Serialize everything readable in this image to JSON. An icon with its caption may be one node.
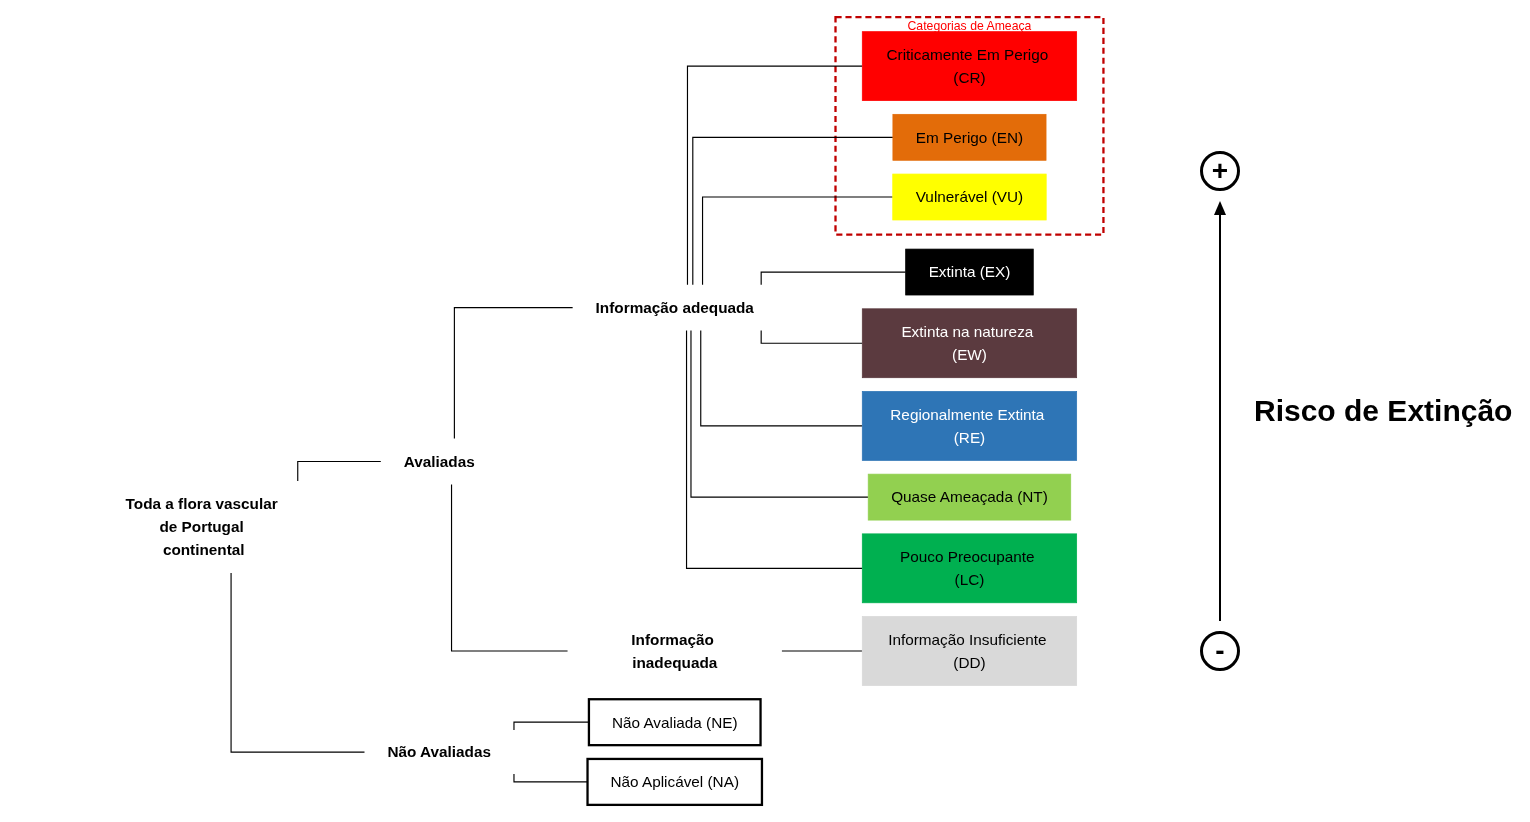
{
  "diagram": {
    "nodes": [
      {
        "text": [
          "Toda a flora vascular de Portugal continental"
        ]
      },
      {
        "text": [
          "Avaliadas"
        ]
      },
      {
        "text": [
          "Informação adequada"
        ]
      },
      {
        "text": [
          "Extinta (EX)"
        ]
      },
      {
        "text": [
          "Extinta na natureza (EW)"
        ]
      },
      {
        "text": [
          "Regionalmente Extinta (RE)"
        ]
      },
      {
        "text": [
          "Categorias de Ameaça"
        ]
      },
      {
        "text": [
          "Criticamente Em Perigo (CR)"
        ],
        "in": 6
      },
      {
        "text": [
          "Em Perigo (EN)"
        ],
        "in": 6
      },
      {
        "text": [
          "Vulnerável (VU)"
        ],
        "in": 6
      },
      {
        "text": [
          "Quase Ameaçada (NT)"
        ]
      },
      {
        "text": [
          "Pouco Preocupante (LC)"
        ]
      },
      {
        "text": [
          "Informação inadequada"
        ]
      },
      {
        "text": [
          "Informação Insuficiente (DD)"
        ]
      },
      {
        "text": [
          "Não Avaliadas"
        ]
      },
      {
        "text": [
          "Não Avaliada (NE)"
        ]
      },
      {
        "text": [
          "Não Aplicável (NA)"
        ]
      }
    ],
    "edges": [
      {
        "from": 0,
        "to": 1,
        "arrow": "none"
      },
      {
        "from": 0,
        "to": 14,
        "arrow": "none"
      },
      {
        "from": 1,
        "to": 2,
        "arrow": "none"
      },
      {
        "from": 1,
        "to": 12,
        "arrow": "none"
      },
      {
        "from": 2,
        "to": 3,
        "arrow": "none"
      },
      {
        "from": 2,
        "to": 4,
        "arrow": "none"
      },
      {
        "from": 2,
        "to": 5,
        "arrow": "none"
      },
      {
        "from": 2,
        "to": 7,
        "arrow": "none"
      },
      {
        "from": 2,
        "to": 8,
        "arrow": "none"
      },
      {
        "from": 2,
        "to": 9,
        "arrow": "none"
      },
      {
        "from": 2,
        "to": 10,
        "arrow": "none"
      },
      {
        "from": 2,
        "to": 11,
        "arrow": "none"
      },
      {
        "from": 12,
        "to": 13,
        "arrow": "none"
      },
      {
        "from": 14,
        "to": 15,
        "arrow": "none"
      },
      {
        "from": 14,
        "to": 16,
        "arrow": "none"
      }
    ],
    "labels": [
      "+",
      "Risco de Extinção",
      "-"
    ]
  }
}
